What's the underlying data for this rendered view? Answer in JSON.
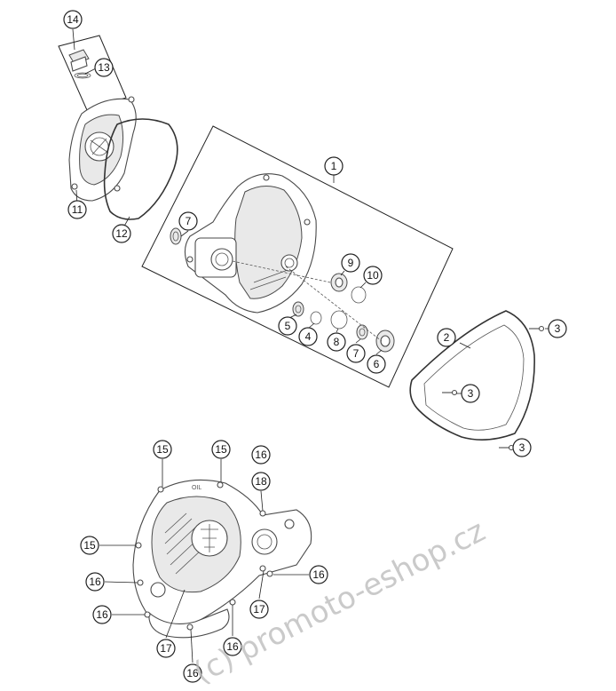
{
  "diagram": {
    "callouts": [
      {
        "id": "c14",
        "label": "14"
      },
      {
        "id": "c13",
        "label": "13"
      },
      {
        "id": "c11",
        "label": "11"
      },
      {
        "id": "c12",
        "label": "12"
      },
      {
        "id": "c1",
        "label": "1"
      },
      {
        "id": "c7a",
        "label": "7"
      },
      {
        "id": "c9",
        "label": "9"
      },
      {
        "id": "c10",
        "label": "10"
      },
      {
        "id": "c5",
        "label": "5"
      },
      {
        "id": "c4",
        "label": "4"
      },
      {
        "id": "c8",
        "label": "8"
      },
      {
        "id": "c7b",
        "label": "7"
      },
      {
        "id": "c6",
        "label": "6"
      },
      {
        "id": "c2",
        "label": "2"
      },
      {
        "id": "c3a",
        "label": "3"
      },
      {
        "id": "c3b",
        "label": "3"
      },
      {
        "id": "c3c",
        "label": "3"
      },
      {
        "id": "c15a",
        "label": "15"
      },
      {
        "id": "c15b",
        "label": "15"
      },
      {
        "id": "c16a",
        "label": "16"
      },
      {
        "id": "c18",
        "label": "18"
      },
      {
        "id": "c15c",
        "label": "15"
      },
      {
        "id": "c16b",
        "label": "16"
      },
      {
        "id": "c16c",
        "label": "16"
      },
      {
        "id": "c16d",
        "label": "16"
      },
      {
        "id": "c17a",
        "label": "17"
      },
      {
        "id": "c16e",
        "label": "16"
      },
      {
        "id": "c17b",
        "label": "17"
      },
      {
        "id": "c16f",
        "label": "16"
      }
    ],
    "watermark": "(c) promoto-eshop.cz",
    "cover_marking": "OIL"
  }
}
